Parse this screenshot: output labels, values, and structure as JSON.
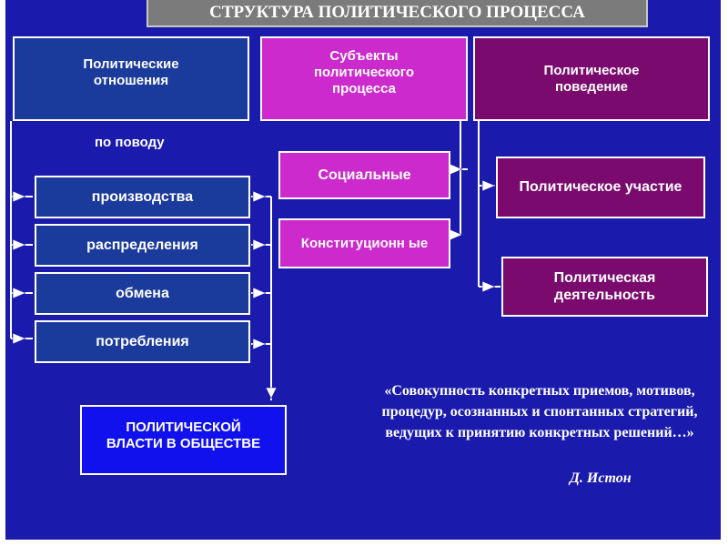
{
  "title": "СТРУКТУРА ПОЛИТИЧЕСКОГО ПРОЦЕССА",
  "columns": {
    "relations": "Политические отношения",
    "subjects": "Субъекты политического процесса",
    "behavior": "Политическое поведение"
  },
  "relations_label": "по поводу",
  "relations_items": [
    "производства",
    "распределения",
    "обмена",
    "потребления"
  ],
  "power_box": "ПОЛИТИЧЕСКОЙ ВЛАСТИ   В ОБЩЕСТВЕ",
  "subject_items": [
    "Социальные",
    "Конституционн ые"
  ],
  "behavior_items": [
    "Политическое участие",
    "Политическая деятельность"
  ],
  "quote": "«Совокупность конкретных приемов, мотивов, процедур, осознанных и спонтанных стратегий, ведущих к принятию конкретных решений…»",
  "author": "Д. Истон",
  "colors": {
    "background": "#1a1aad",
    "relations": "#1b3b9c",
    "subjects": "#cc2acc",
    "behavior": "#7a0a6e",
    "power": "#1111ee",
    "title_bar": "#7b7b7b"
  }
}
